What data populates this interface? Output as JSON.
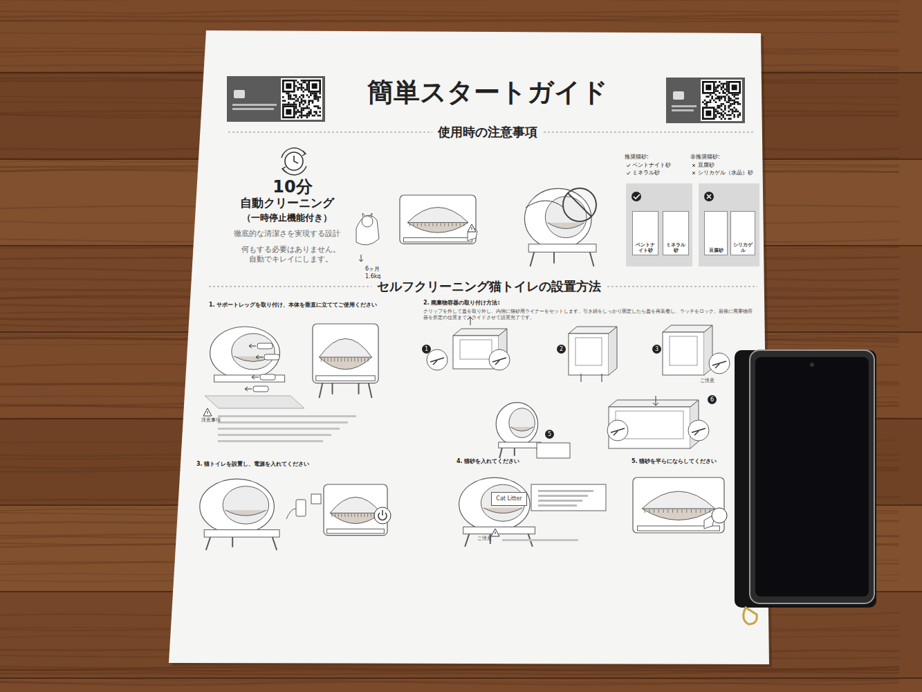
{
  "diagram": {
    "title": "簡単スタートガイド",
    "nodes": [
      {
        "text": [
          "ベントナイト砂"
        ]
      },
      {
        "text": [
          "ミネラル砂"
        ]
      },
      {
        "text": [
          "豆腐砂"
        ]
      },
      {
        "text": [
          "シリカゲル"
        ]
      },
      {
        "text": [
          "Cat Litter"
        ]
      }
    ],
    "labels": [
      "使用時の注意事項",
      "10分",
      "自動クリーニング",
      "（一時停止機能付き）",
      "徹底的な清潔さを実現する設計",
      "何もする必要はありません。自動でキレイにします。",
      "6ヶ月",
      "1.6kg",
      "推奨猫砂:",
      "ベントナイト砂",
      "ミネラル砂",
      "非推奨猫砂:",
      "豆腐砂",
      "シリカゲル（水晶）砂",
      "セルフクリーニング猫トイレの設置方法",
      "1. サポートレッグを取り付け、本体を垂直に立ててご使用ください",
      "2. 廃棄物容器の取り付け方法:",
      "クリップを外して蓋を取り外し、内側に猫砂用ライナーをセットします。引き紐をしっかり固定したら蓋を再装着し、ラッチをロック。最後に廃棄物容器を所定の位置までスライドさせて設置完了です。",
      "3. 猫トイレを設置し、電源を入れてください",
      "4. 猫砂を入れてください",
      "5. 猫砂を平らにならしてください",
      "1",
      "2",
      "3",
      "5",
      "6",
      "注意事項",
      "ご注意",
      "ご注意"
    ]
  }
}
